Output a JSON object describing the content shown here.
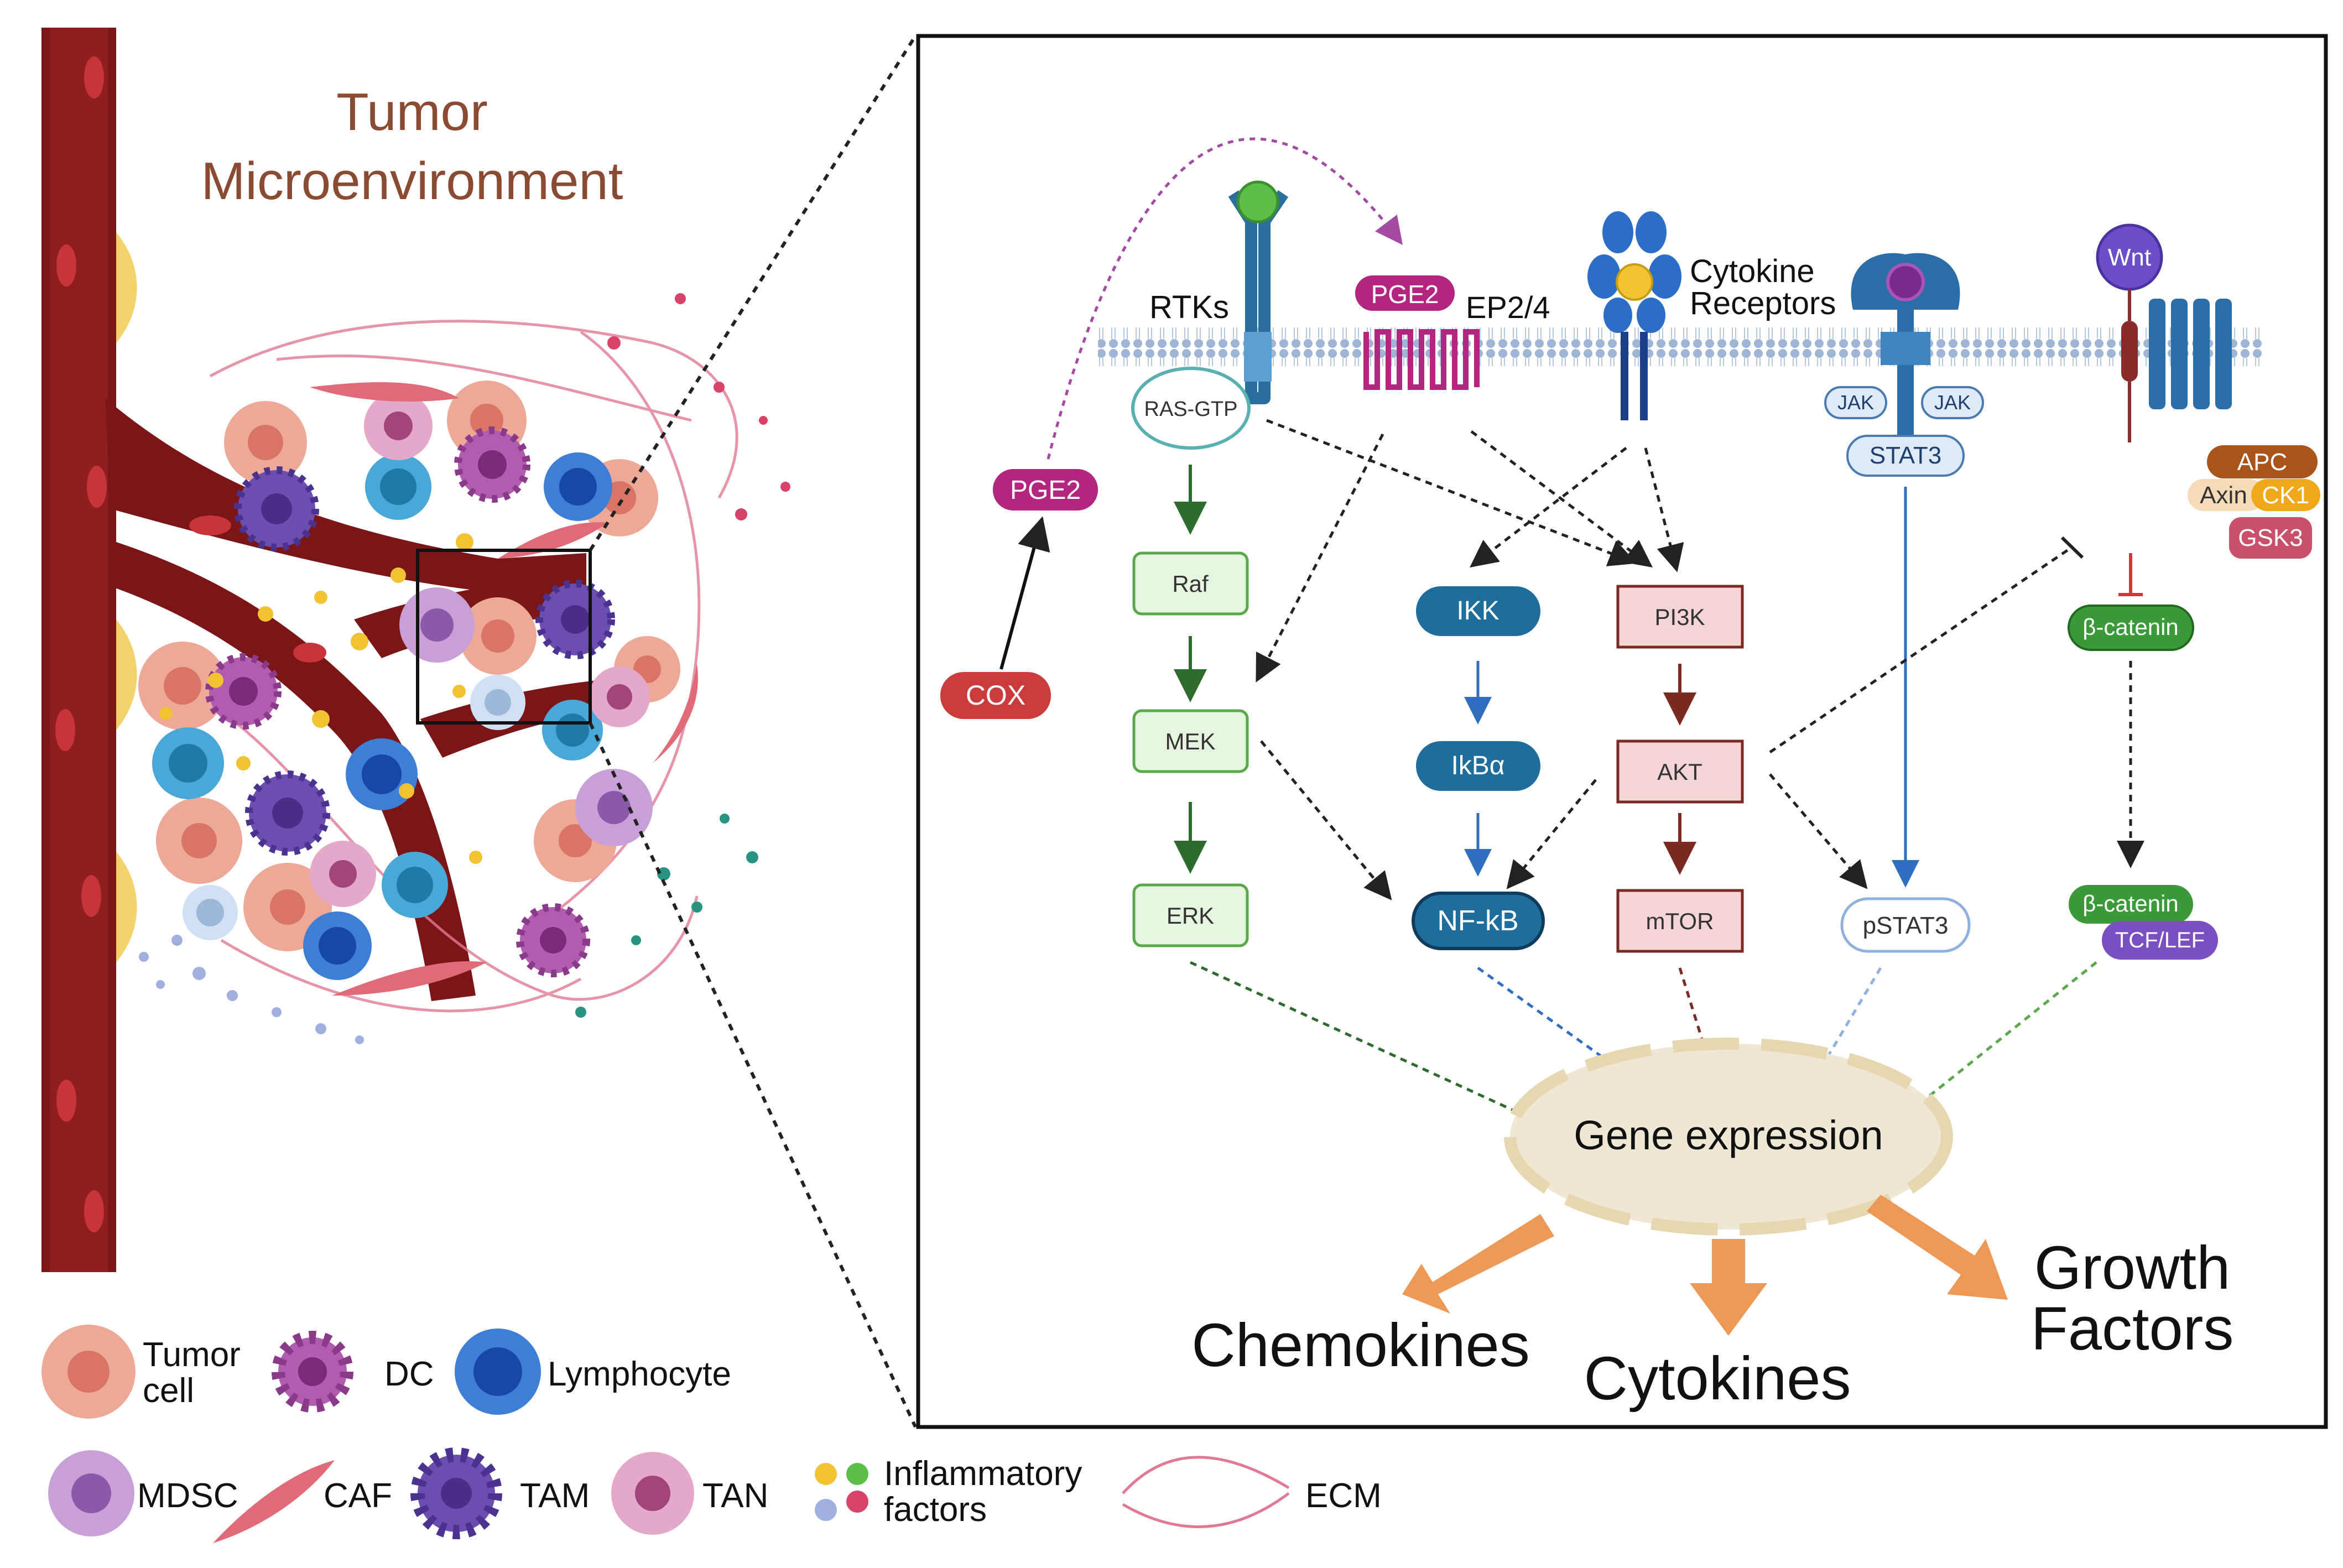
{
  "tme": {
    "title_line1": "Tumor",
    "title_line2": "Microenvironment"
  },
  "membrane": {
    "rtks": "RTKs",
    "pge2_receptor_ligand": "PGE2",
    "ep24": "EP2/4",
    "cytokine_line1": "Cytokine",
    "cytokine_line2": "Receptors",
    "wnt": "Wnt",
    "jak_left": "JAK",
    "jak_right": "JAK",
    "stat3": "STAT3"
  },
  "nodes": {
    "ras_gtp": "RAS-GTP",
    "raf": "Raf",
    "mek": "MEK",
    "erk": "ERK",
    "ikk": "IKK",
    "ikba": "IkBα",
    "nfkb": "NF-kB",
    "pi3k": "PI3K",
    "akt": "AKT",
    "mtor": "mTOR",
    "pstat3": "pSTAT3",
    "pge2": "PGE2",
    "cox": "COX",
    "apc": "APC",
    "axin": "Axin",
    "ck1": "CK1",
    "gsk3": "GSK3",
    "bcatenin": "β-catenin",
    "bcatenin_nuc": "β-catenin",
    "tcflef": "TCF/LEF"
  },
  "nucleus": {
    "label": "Gene expression"
  },
  "outputs": {
    "chemokines": "Chemokines",
    "cytokines": "Cytokines",
    "growth_line1": "Growth",
    "growth_line2": "Factors"
  },
  "legend": {
    "tumor_line1": "Tumor",
    "tumor_line2": "cell",
    "dc": "DC",
    "lymphocyte": "Lymphocyte",
    "mdsc": "MDSC",
    "caf": "CAF",
    "tam": "TAM",
    "tan": "TAN",
    "infl_line1": "Inflammatory",
    "infl_line2": "factors",
    "ecm": "ECM"
  },
  "colors": {
    "title_brown": "#8b4a32",
    "vessel": "#7a1518",
    "green_node": "#e6f5df",
    "blue_node": "#1f6d9c",
    "pink_node": "#f3d5d5",
    "magenta": "#b3267f",
    "red_cox": "#cc3b3b",
    "arrow_orange": "#ed9855"
  }
}
